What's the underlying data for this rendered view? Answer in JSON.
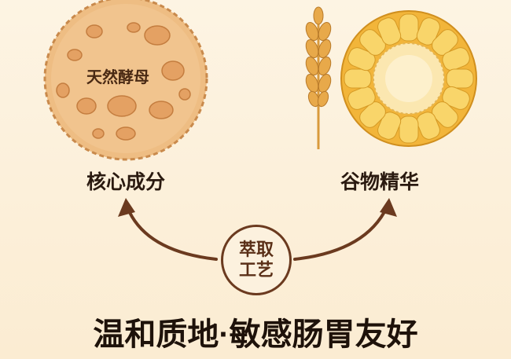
{
  "yeast_label": "天然酵母",
  "left_caption": "核心成分",
  "right_caption": "谷物精华",
  "badge": {
    "line1": "萃取",
    "line2": "工艺"
  },
  "title": "温和质地·敏感肠胃友好",
  "colors": {
    "arrow": "#6b3a1f",
    "yeast": "#eab070",
    "corn": "#f5c04a"
  }
}
